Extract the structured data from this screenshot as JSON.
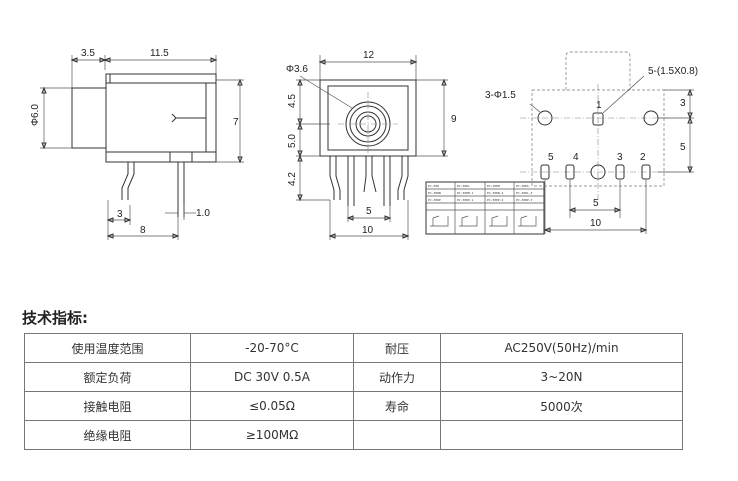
{
  "side_view": {
    "dims": {
      "d1": "3.5",
      "d2": "11.5",
      "d3": "Φ6.0",
      "d4": "7",
      "d5": "3",
      "d6": "1.0",
      "d7": "8"
    }
  },
  "front_view": {
    "dims": {
      "d1": "12",
      "d2": "Φ3.6",
      "d3": "4.5",
      "d4": "5.0",
      "d5": "4.2",
      "d6": "9",
      "d7": "5",
      "d8": "10"
    }
  },
  "pcb_view": {
    "dims": {
      "pad_label": "5-(1.5X0.8)",
      "hole_label": "3-Φ1.5",
      "d3": "3",
      "d5": "5",
      "d5b": "5",
      "d10": "10"
    },
    "pin_numbers": [
      "1",
      "5",
      "4",
      "3",
      "2"
    ]
  },
  "schematic_inset": {
    "labels": [
      "PJ-308",
      "PJ-308L",
      "PJ-308M",
      "PJ-308S",
      "PJ-308N",
      "PJ-308M-1",
      "PJ-308N-2",
      "PJ-308L-3",
      "PJ-308P",
      "PJ-308P-1",
      "PJ-308P-2",
      "PJ-308P-3"
    ]
  },
  "specs": {
    "title": "技术指标:",
    "rows": [
      [
        "使用温度范围",
        "-20-70°C",
        "耐压",
        "AC250V(50Hz)/min"
      ],
      [
        "额定负荷",
        "DC 30V 0.5A",
        "动作力",
        "3~20N"
      ],
      [
        "接触电阻",
        "≤0.05Ω",
        "寿命",
        "5000次"
      ],
      [
        "绝缘电阻",
        "≥100MΩ",
        "",
        ""
      ]
    ]
  }
}
